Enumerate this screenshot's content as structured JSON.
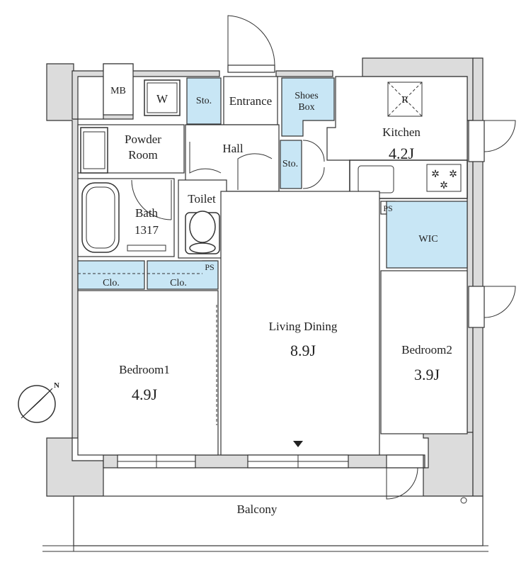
{
  "rooms": {
    "mb": "MB",
    "washer": "W",
    "storage_small": "Sto.",
    "entrance": "Entrance",
    "shoes_box_line1": "Shoes",
    "shoes_box_line2": "Box",
    "kitchen": "Kitchen",
    "kitchen_size": "4.2J",
    "refrigerator": "R",
    "powder_room_line1": "Powder",
    "powder_room_line2": "Room",
    "hall": "Hall",
    "storage_hall": "Sto.",
    "toilet": "Toilet",
    "bath": "Bath",
    "bath_size": "1317",
    "pipe_space_kitchen": "PS",
    "pipe_space_bath": "PS",
    "wic": "WIC",
    "closet_1": "Clo.",
    "closet_2": "Clo.",
    "living_dining": "Living Dining",
    "living_dining_size": "8.9J",
    "bedroom1": "Bedroom1",
    "bedroom1_size": "4.9J",
    "bedroom2": "Bedroom2",
    "bedroom2_size": "3.9J",
    "balcony": "Balcony",
    "north": "N"
  },
  "colors": {
    "storage_fill": "#c8e6f5",
    "wall_fill": "#dcdcdc",
    "line": "#333333"
  }
}
